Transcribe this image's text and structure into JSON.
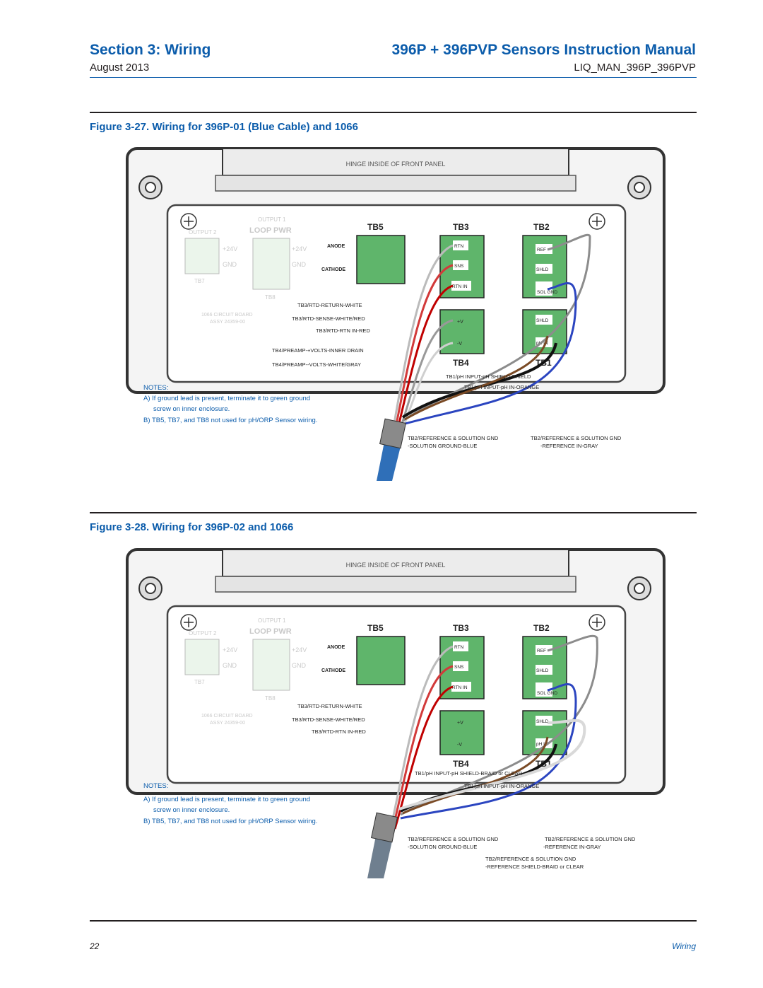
{
  "header": {
    "section_title": "Section 3: Wiring",
    "date": "August 2013",
    "manual_title": "396P + 396PVP Sensors Instruction Manual",
    "doc_number": "LIQ_MAN_396P_396PVP"
  },
  "figure1": {
    "caption": "Figure 3-27. Wiring for 396P-01 (Blue Cable) and 1066",
    "hinge": "HINGE INSIDE OF FRONT PANEL",
    "output1": "OUTPUT 1",
    "output2": "OUTPUT 2",
    "loop_pwr": "LOOP PWR",
    "plus24a": "+24V",
    "plus24b": "+24V",
    "gnd_a": "GND",
    "gnd_b": "GND",
    "tb7": "TB7",
    "tb8": "TB8",
    "board1": "1066 CIRCUIT BOARD",
    "board2": "ASSY 24359-00",
    "tb5": "TB5",
    "tb3": "TB3",
    "tb2": "TB2",
    "tb4": "TB4",
    "tb1": "TB1",
    "anode": "ANODE",
    "cathode": "CATHODE",
    "rtn": "RTN",
    "sns": "SNS",
    "rtn_in": "RTN IN",
    "plus_v": "+V",
    "minus_v": "-V",
    "ref": "REF",
    "shld": "SHLD",
    "sol_gnd": "SOL GND",
    "shld2": "SHLD",
    "ph_in": "pH IN",
    "lbl1": "TB3/RTD-RETURN-WHITE",
    "lbl2": "TB3/RTD-SENSE-WHITE/RED",
    "lbl3": "TB3/RTD-RTN IN-RED",
    "lbl4": "TB4/PREAMP-+VOLTS-INNER DRAIN",
    "lbl5": "TB4/PREAMP--VOLTS-WHITE/GRAY",
    "lbl6": "TB1/pH INPUT-pH SHIELD-SHIELD",
    "lbl7": "TB1/pH INPUT-pH IN-ORANGE",
    "lbl8a": "TB2/REFERENCE & SOLUTION GND",
    "lbl8b": "-SOLUTION GROUND-BLUE",
    "lbl9a": "TB2/REFERENCE & SOLUTION GND",
    "lbl9b": "-REFERENCE IN-GRAY",
    "notes_title": "NOTES:",
    "note_a1": "A) If ground lead is present, terminate it to green ground",
    "note_a2": "screw on inner enclosure.",
    "note_b": "B) TB5, TB7, and TB8 not used for pH/ORP Sensor wiring."
  },
  "figure2": {
    "caption": "Figure 3-28. Wiring for 396P-02 and 1066",
    "hinge": "HINGE INSIDE OF FRONT PANEL",
    "output1": "OUTPUT 1",
    "output2": "OUTPUT 2",
    "loop_pwr": "LOOP PWR",
    "plus24a": "+24V",
    "plus24b": "+24V",
    "gnd_a": "GND",
    "gnd_b": "GND",
    "tb7": "TB7",
    "tb8": "TB8",
    "board1": "1066 CIRCUIT BOARD",
    "board2": "ASSY 24359-00",
    "tb5": "TB5",
    "tb3": "TB3",
    "tb2": "TB2",
    "tb4": "TB4",
    "tb1": "TB1",
    "anode": "ANODE",
    "cathode": "CATHODE",
    "rtn": "RTN",
    "sns": "SNS",
    "rtn_in": "RTN IN",
    "plus_v": "+V",
    "minus_v": "-V",
    "ref": "REF",
    "shld": "SHLD",
    "sol_gnd": "SOL GND",
    "shld2": "SHLD",
    "ph_in": "pH IN",
    "lbl1": "TB3/RTD-RETURN-WHITE",
    "lbl2": "TB3/RTD-SENSE-WHITE/RED",
    "lbl3": "TB3/RTD-RTN IN-RED",
    "lbl6": "TB1/pH INPUT-pH SHIELD-BRAID or CLEAR",
    "lbl7": "TB1/pH INPUT-pH IN-ORANGE",
    "lbl8a": "TB2/REFERENCE & SOLUTION GND",
    "lbl8b": "-SOLUTION GROUND-BLUE",
    "lbl9a": "TB2/REFERENCE & SOLUTION GND",
    "lbl9b": "-REFERENCE IN-GRAY",
    "lbl10a": "TB2/REFERENCE & SOLUTION GND",
    "lbl10b": "-REFERENCE SHIELD-BRAID or CLEAR",
    "notes_title": "NOTES:",
    "note_a1": "A) If ground lead is present, terminate it to green ground",
    "note_a2": "screw on inner enclosure.",
    "note_b": "B) TB5, TB7, and TB8 not used for pH/ORP Sensor wiring."
  },
  "footer": {
    "page_number": "22",
    "section_label": "Wiring"
  }
}
